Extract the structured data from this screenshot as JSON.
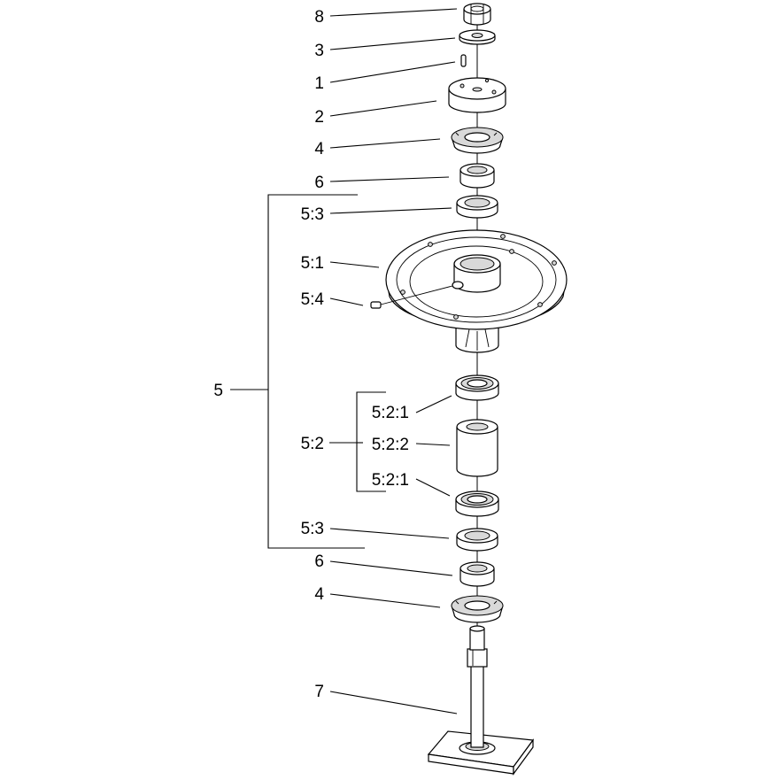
{
  "diagram": {
    "callouts": {
      "c8": "8",
      "c3": "3",
      "c1": "1",
      "c2": "2",
      "c4_top": "4",
      "c6_top": "6",
      "c53_top": "5:3",
      "c51": "5:1",
      "c54": "5:4",
      "c5": "5",
      "c521_top": "5:2:1",
      "c52": "5:2",
      "c522": "5:2:2",
      "c521_bottom": "5:2:1",
      "c53_bottom": "5:3",
      "c6_bottom": "6",
      "c4_bottom": "4",
      "c7": "7"
    }
  }
}
